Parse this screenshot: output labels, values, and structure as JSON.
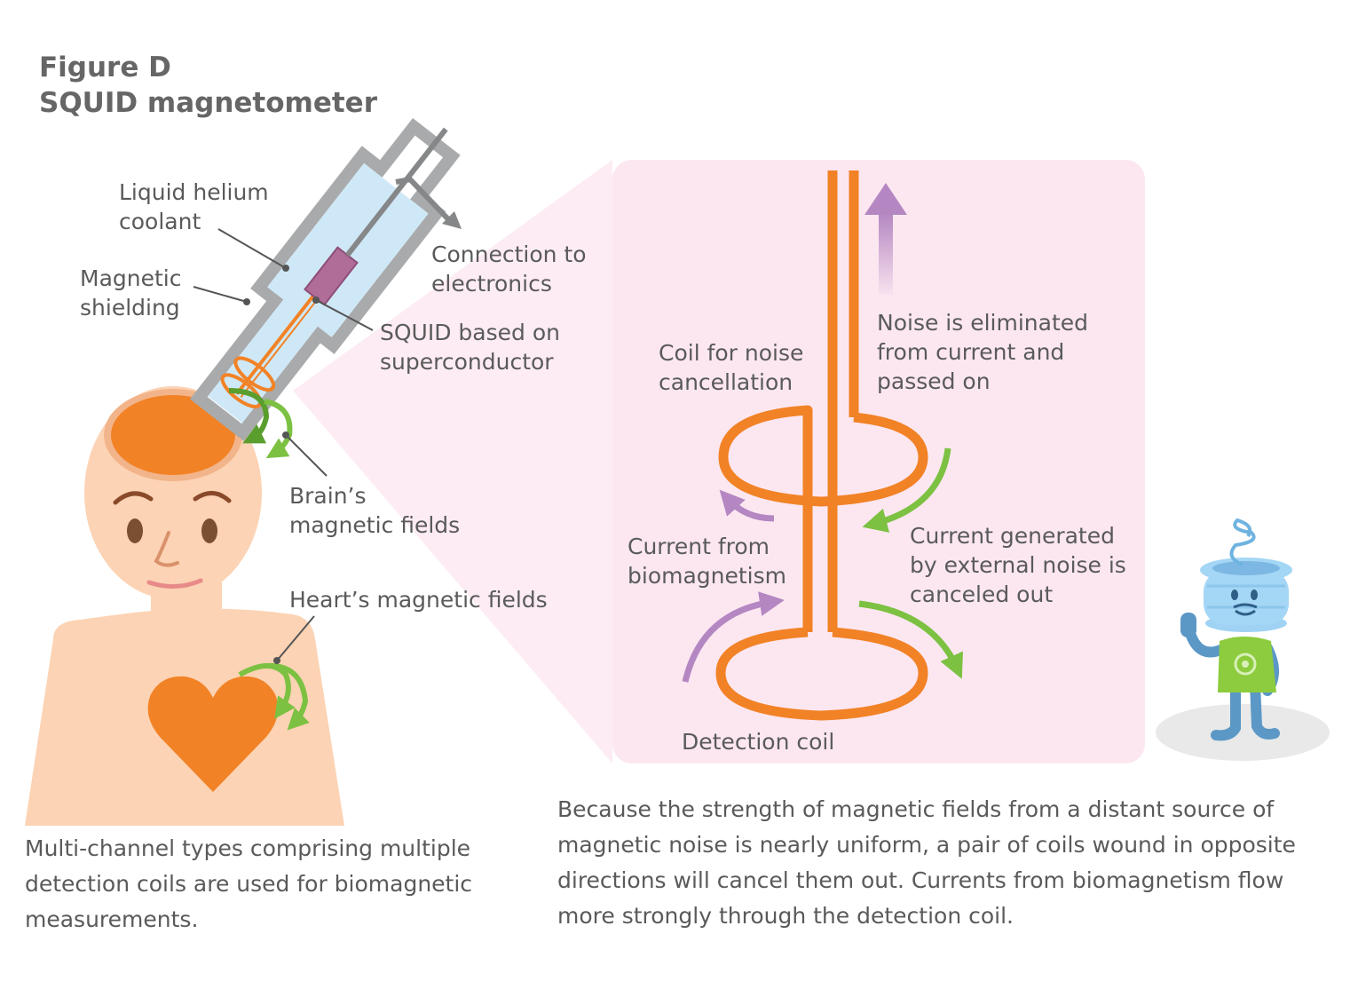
{
  "figure": {
    "title_line1": "Figure D",
    "title_line2": "SQUID magnetometer"
  },
  "labels": {
    "liquid_helium": [
      "Liquid helium",
      "coolant"
    ],
    "magnetic_shielding": [
      "Magnetic",
      "shielding"
    ],
    "connection": [
      "Connection to",
      "electronics"
    ],
    "squid": [
      "SQUID based on",
      "superconductor"
    ],
    "brain_fields": [
      "Brain’s",
      "magnetic fields"
    ],
    "heart_fields": [
      "Heart’s magnetic fields"
    ],
    "coil_noise": [
      "Coil for noise",
      "cancellation"
    ],
    "noise_eliminated": [
      "Noise is eliminated",
      "from current and",
      "passed on"
    ],
    "current_bio": [
      "Current from",
      "biomagnetism"
    ],
    "current_noise": [
      "Current generated",
      "by external noise is",
      "canceled out"
    ],
    "detection_coil": [
      "Detection coil"
    ]
  },
  "captions": {
    "left": "Multi-channel types comprising multiple detection coils are used for biomagnetic measurements.",
    "right": "Because the strength of magnetic fields from a distant source of magnetic noise is nearly uniform, a pair of coils wound in opposite directions will cancel them out. Currents from biomagnetism flow more strongly through the detection coil."
  },
  "colors": {
    "coil_orange": "#f28226",
    "panel_pink": "#fce7f1",
    "arrow_purple": "#b487c2",
    "arrow_green": "#7cc142",
    "skin": "#fcd3b4",
    "helium_blue": "#cfe8f7",
    "shield_gray": "#a9aaab"
  }
}
